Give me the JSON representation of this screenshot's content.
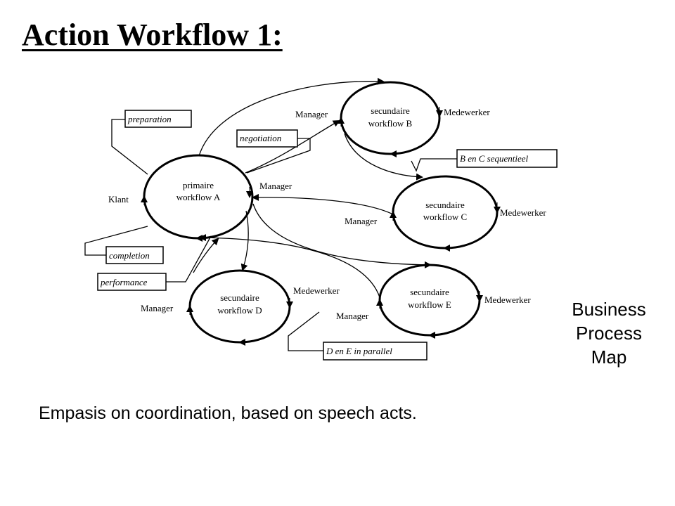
{
  "title": "Action Workflow 1:",
  "nodes": {
    "a": {
      "line1": "primaire",
      "line2": "workflow A"
    },
    "b": {
      "line1": "secundaire",
      "line2": "workflow B"
    },
    "c": {
      "line1": "secundaire",
      "line2": "workflow C"
    },
    "d": {
      "line1": "secundaire",
      "line2": "workflow D"
    },
    "e": {
      "line1": "secundaire",
      "line2": "workflow E"
    }
  },
  "roles": {
    "klant": "Klant",
    "manager": "Manager",
    "medewerker": "Medewerker"
  },
  "phases": {
    "preparation": "preparation",
    "negotiation": "negotiation",
    "completion": "completion",
    "performance": "performance"
  },
  "notes": {
    "bc": "B en C sequentieel",
    "de": "D en E in parallel"
  },
  "side_label": {
    "line1": "Business",
    "line2": "Process",
    "line3": "Map"
  },
  "caption": "Empasis on coordination, based on speech acts."
}
